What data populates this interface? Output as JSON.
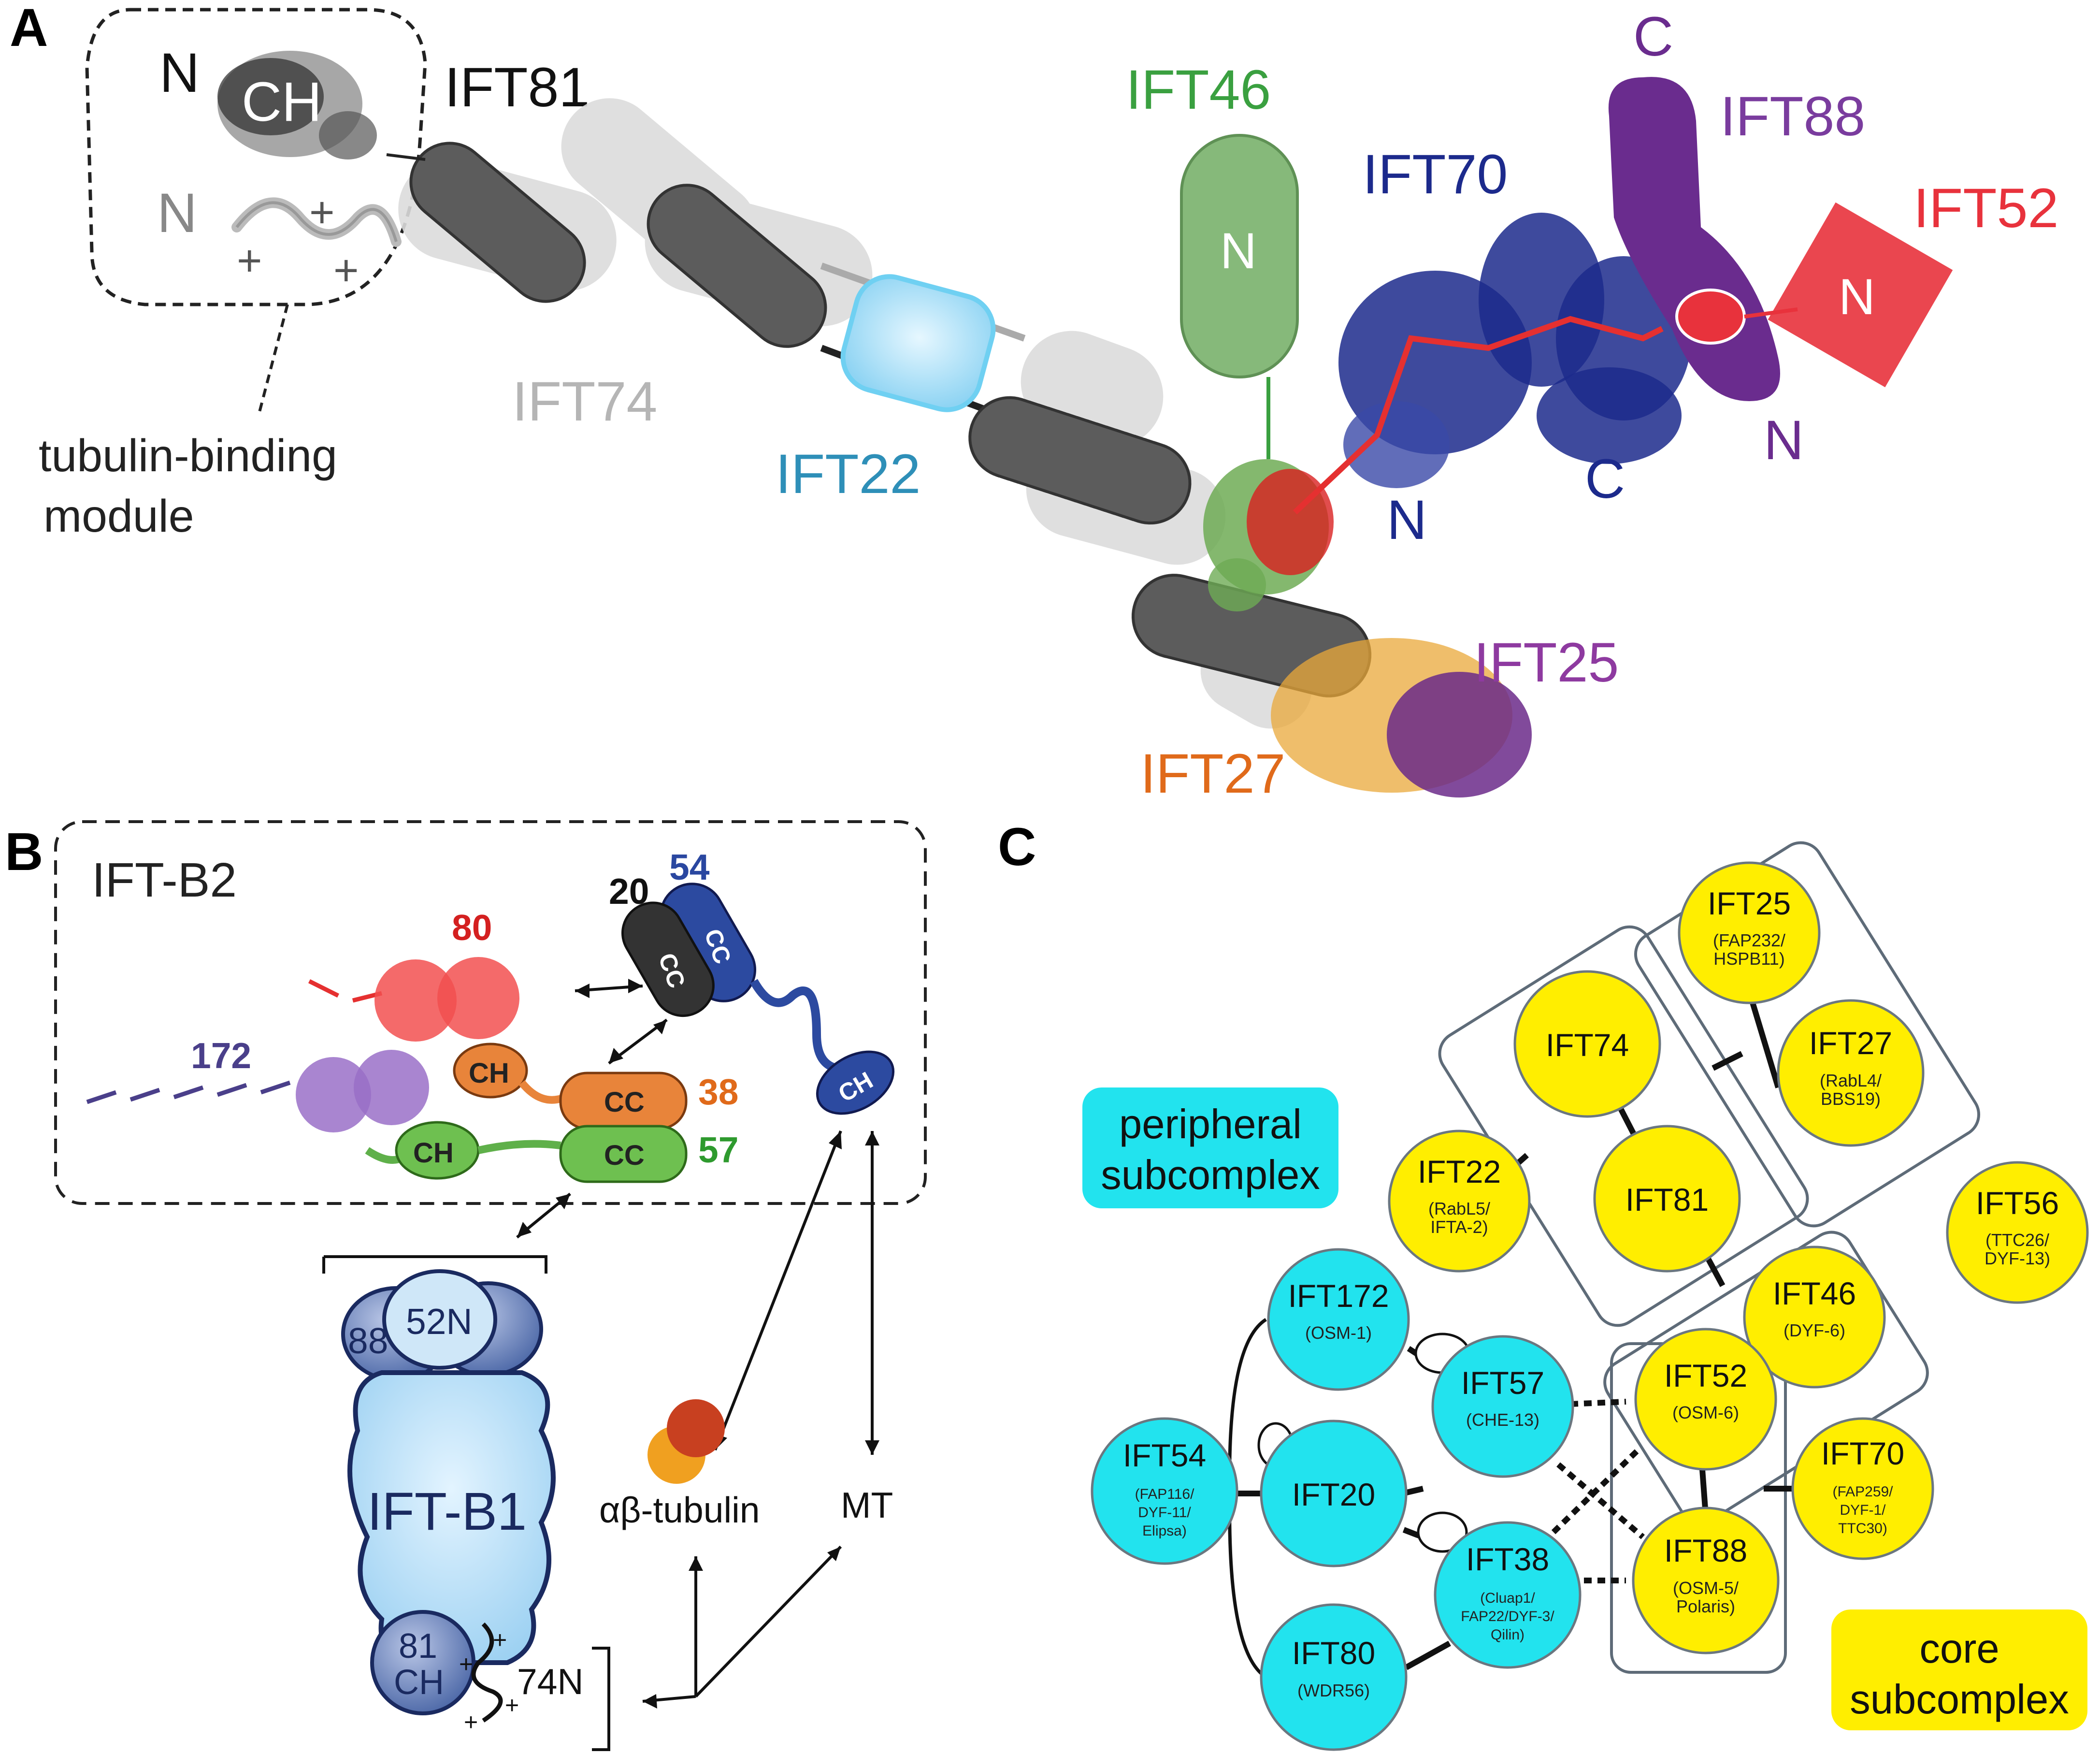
{
  "panels": {
    "a": "A",
    "b": "B",
    "c": "C"
  },
  "panel_a": {
    "ift81_N": "N",
    "ch": "CH",
    "ift81": "IFT81",
    "unstructured_N": "N",
    "plus": "+",
    "module_line1": "tubulin-binding",
    "module_line2": "module",
    "ift74": "IFT74",
    "ift22": "IFT22",
    "ift46": "IFT46",
    "ift46_N": "N",
    "ift70": "IFT70",
    "ift70_N": "N",
    "ift70_C": "C",
    "ift88": "IFT88",
    "ift88_C": "C",
    "ift88_N": "N",
    "ift52": "IFT52",
    "ift52_N": "N",
    "ift25": "IFT25",
    "ift27": "IFT27",
    "colors": {
      "ift81": "#555555",
      "ift74": "#d8d8d8",
      "ift22": "#6fd0f2",
      "ift46": "#86b97a",
      "ift70": "#1c2a8c",
      "ift88": "#6a2c8e",
      "ift52": "#e8323c",
      "ift27": "#e9a83a",
      "ift25": "#6b2a8a"
    }
  },
  "panel_b": {
    "box_title": "IFT-B2",
    "n80": "80",
    "n172": "172",
    "n20": "20",
    "n54": "54",
    "n38": "38",
    "n57": "57",
    "ch": "CH",
    "cc": "CC",
    "b1": "IFT-B1",
    "n88": "88",
    "n52N": "52N",
    "n81": "81",
    "n74N": "74N",
    "tubulin": "αβ-tubulin",
    "mt": "MT",
    "plus": "+"
  },
  "panel_c": {
    "peripheral": [
      "peripheral",
      "subcomplex"
    ],
    "core": [
      "core",
      "subcomplex"
    ],
    "nodes": [
      {
        "name": "IFT25",
        "alias": [
          "(FAP232/",
          "HSPB11)"
        ],
        "group": "core"
      },
      {
        "name": "IFT74",
        "alias": [],
        "group": "core"
      },
      {
        "name": "IFT27",
        "alias": [
          "(RabL4/",
          "BBS19)"
        ],
        "group": "core"
      },
      {
        "name": "IFT81",
        "alias": [],
        "group": "core"
      },
      {
        "name": "IFT22",
        "alias": [
          "(RabL5/",
          "IFTA-2)"
        ],
        "group": "core"
      },
      {
        "name": "IFT56",
        "alias": [
          "(TTC26/",
          "DYF-13)"
        ],
        "group": "core"
      },
      {
        "name": "IFT46",
        "alias": [
          "(DYF-6)"
        ],
        "group": "core"
      },
      {
        "name": "IFT52",
        "alias": [
          "(OSM-6)"
        ],
        "group": "core"
      },
      {
        "name": "IFT70",
        "alias": [
          "(FAP259/",
          "DYF-1/",
          "TTC30)"
        ],
        "group": "core"
      },
      {
        "name": "IFT88",
        "alias": [
          "(OSM-5/",
          "Polaris)"
        ],
        "group": "core"
      },
      {
        "name": "IFT172",
        "alias": [
          "(OSM-1)"
        ],
        "group": "peripheral"
      },
      {
        "name": "IFT57",
        "alias": [
          "(CHE-13)"
        ],
        "group": "peripheral"
      },
      {
        "name": "IFT54",
        "alias": [
          "(FAP116/",
          "DYF-11/",
          "Elipsa)"
        ],
        "group": "peripheral"
      },
      {
        "name": "IFT20",
        "alias": [],
        "group": "peripheral"
      },
      {
        "name": "IFT38",
        "alias": [
          "(Cluap1/",
          "FAP22/DYF-3/",
          "Qilin)"
        ],
        "group": "peripheral"
      },
      {
        "name": "IFT80",
        "alias": [
          "(WDR56)"
        ],
        "group": "peripheral"
      }
    ],
    "colors": {
      "core": "#ffee00",
      "peripheral": "#22e3ee"
    }
  }
}
